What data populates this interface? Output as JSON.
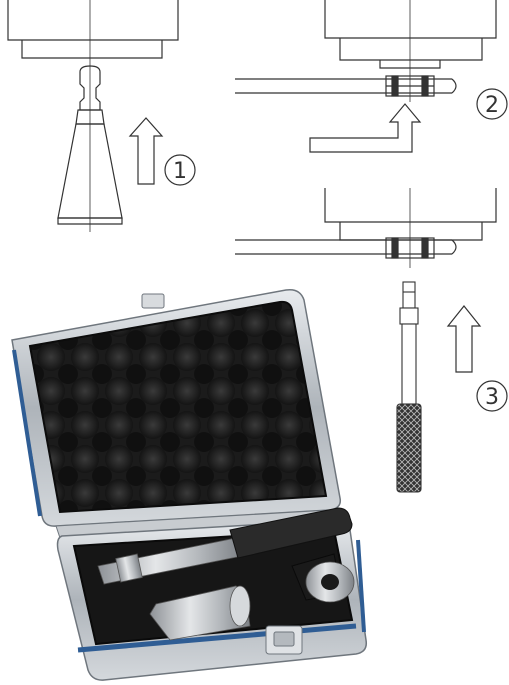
{
  "steps": [
    {
      "number": "1"
    },
    {
      "number": "2"
    },
    {
      "number": "3"
    }
  ],
  "icons": {
    "arrow": "up-arrow-icon",
    "step_marker": "circled-number-icon"
  },
  "colors": {
    "line": "#333333",
    "foam": "#222222",
    "case_frame": "#b9bfc6",
    "case_trim": "#2f5d94",
    "steel": "#a8acb0"
  }
}
